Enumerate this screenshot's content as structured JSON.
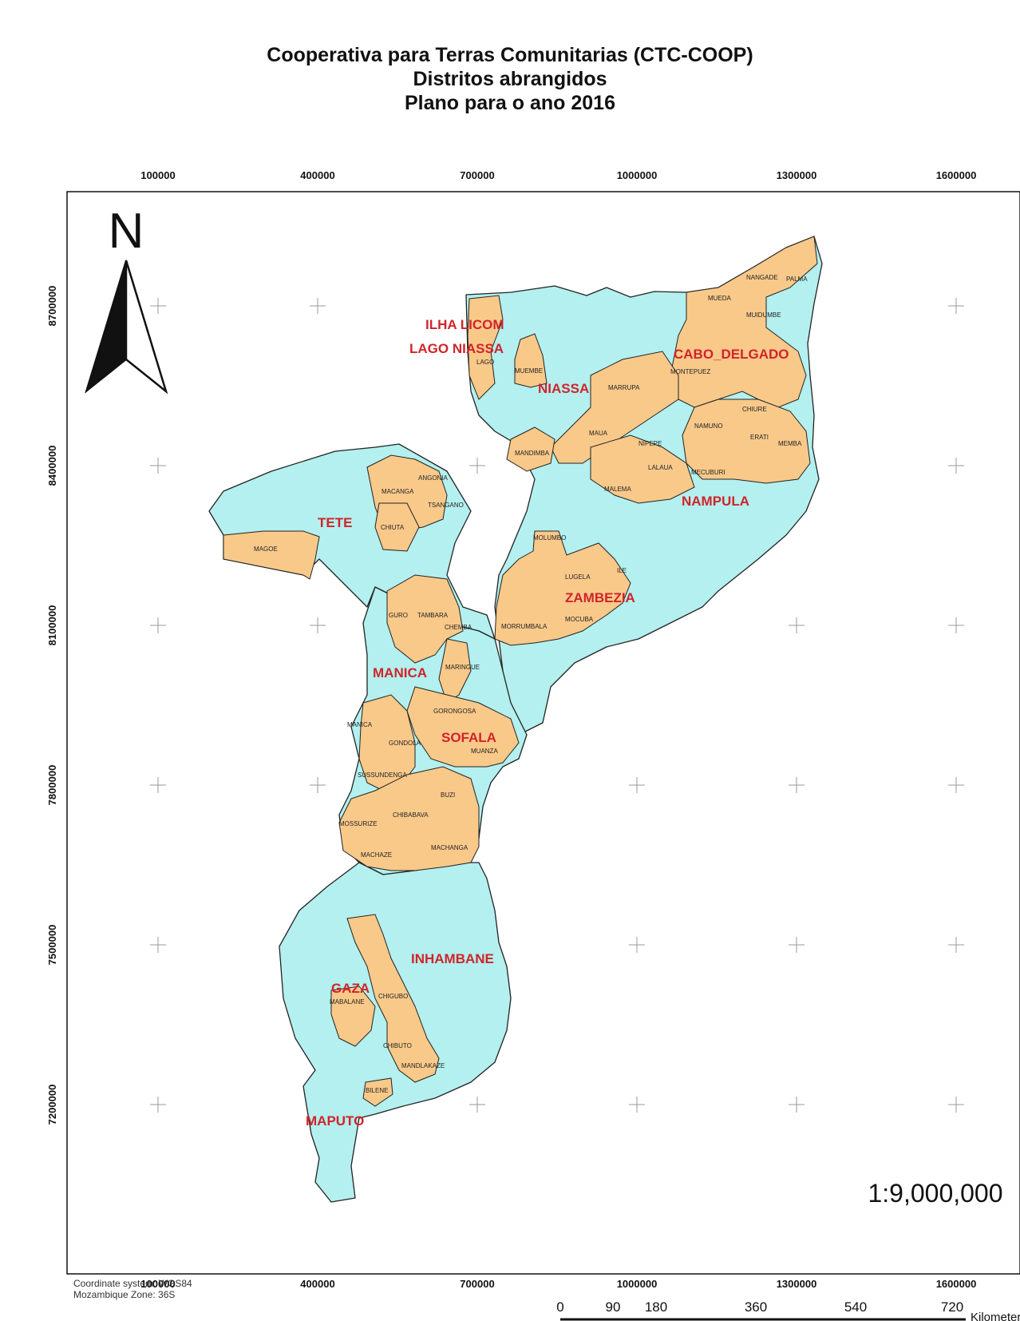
{
  "title": {
    "line1": "Cooperativa para Terras Comunitarias (CTC-COOP)",
    "line2": "Distritos abrangidos",
    "line3": "Plano para o ano 2016"
  },
  "axes": {
    "x_ticks": [
      "100000",
      "400000",
      "700000",
      "1000000",
      "1300000",
      "1600000"
    ],
    "y_ticks": [
      "8700000",
      "8400000",
      "8100000",
      "7800000",
      "7500000",
      "7200000"
    ]
  },
  "north_arrow": {
    "label": "N",
    "icon": "north-arrow-icon"
  },
  "provinces": [
    "ILHA LICOM",
    "LAGO NIASSA",
    "NIASSA",
    "CABO_DELGADO",
    "NAMPULA",
    "TETE",
    "ZAMBEZIA",
    "MANICA",
    "SOFALA",
    "INHAMBANE",
    "GAZA",
    "MAPUTO"
  ],
  "districts": [
    "PALMA",
    "NANGADE",
    "MUEDA",
    "MUIDUMBE",
    "MONTEPUEZ",
    "LAGO",
    "MUEMBE",
    "MARRUPA",
    "CHIURE",
    "NAMUNO",
    "ERATI",
    "MEMBA",
    "MAUA",
    "NIPEPE",
    "LALAUA",
    "MECUBURI",
    "MANDIMBA",
    "MALEMA",
    "ANGONIA",
    "MACANGA",
    "TSANGANO",
    "CHIUTA",
    "MAGOE",
    "MOLUMBO",
    "LUGELA",
    "ILE",
    "MOCUBA",
    "MORRUMBALA",
    "GURO",
    "TAMBARA",
    "CHEMBA",
    "MARINGUE",
    "GORONGOSA",
    "MANICA",
    "GONDOLA",
    "MUANZA",
    "SUSSUNDENGA",
    "BUZI",
    "CHIBABAVA",
    "MOSSURIZE",
    "MACHAZE",
    "MACHANGA",
    "CHIGUBO",
    "MABALANE",
    "CHIBUTO",
    "MANDLAKAZE",
    "BILENE"
  ],
  "scale_ratio": "1:9,000,000",
  "scale_bar": {
    "labels": [
      "0",
      "90",
      "180",
      "360",
      "540",
      "720"
    ],
    "unit": "Kilometers"
  },
  "coordinate_system": {
    "line1": "Coordinate system: WGS84",
    "line2": "Mozambique Zone: 36S"
  },
  "colors": {
    "province_fill": "#b3f0ef",
    "district_fill": "#f9c98a",
    "label_red": "#d0242b",
    "outline": "#222222"
  }
}
